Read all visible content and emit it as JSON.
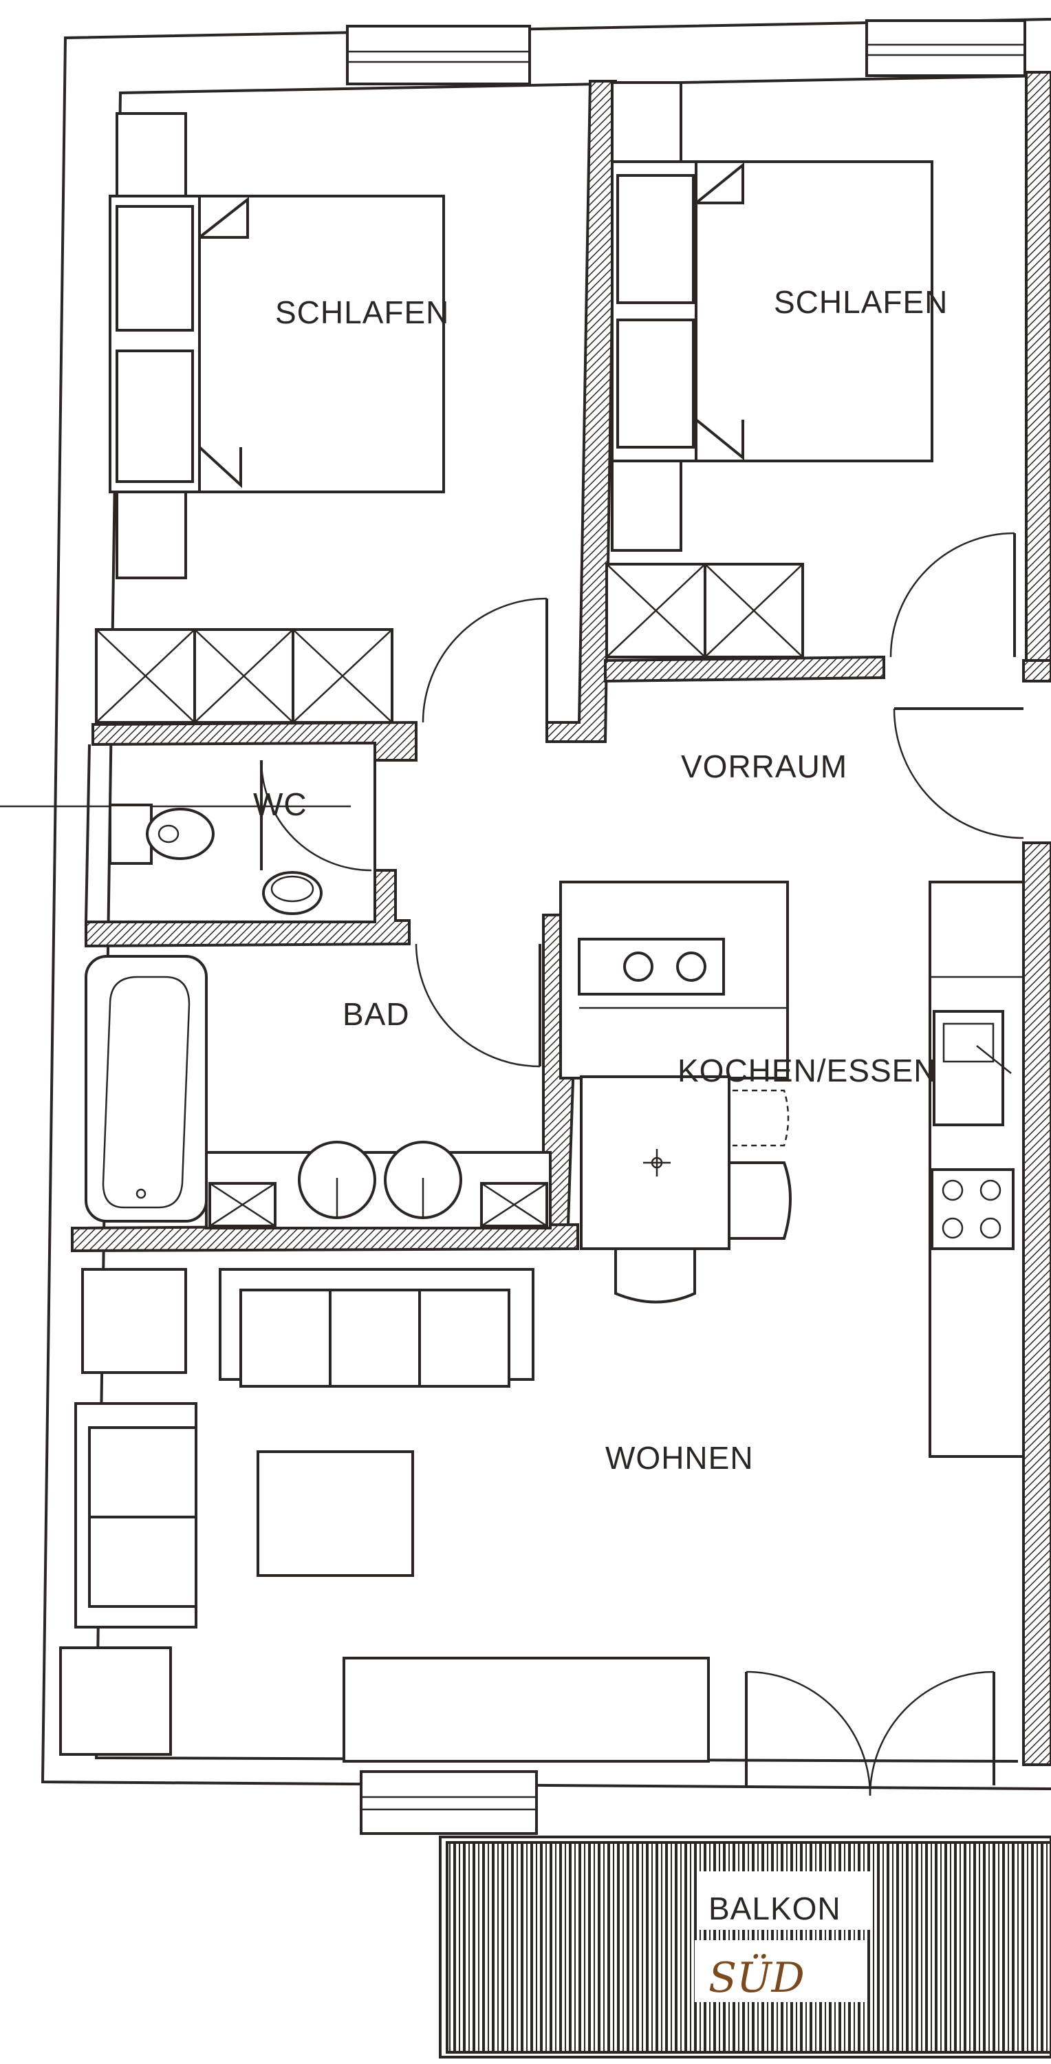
{
  "rooms": {
    "bedroom_left": "SCHLAFEN",
    "bedroom_right": "SCHLAFEN",
    "wc": "WC",
    "hallway": "VORRAUM",
    "bath": "BAD",
    "kitchen": "KOCHEN/ESSEN",
    "living": "WOHNEN",
    "balcony": "BALKON"
  },
  "annotation": "SÜD"
}
